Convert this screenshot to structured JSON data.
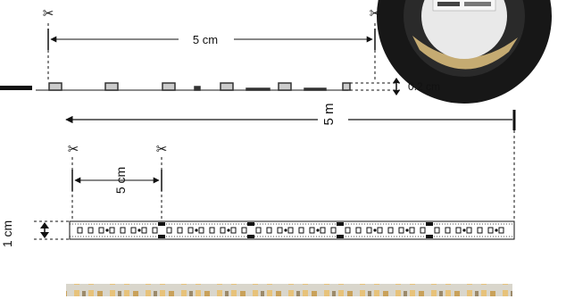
{
  "dimensions": {
    "cut_interval_top": "5 cm",
    "height": "0.2 cm",
    "total_length": "5 m",
    "cut_interval_rotated": "5 cm",
    "width": "1 cm"
  },
  "icons": {
    "cut_mark": "scissors-icon",
    "height_marker": "double-arrow-icon",
    "reel": "led-strip-reel-photo",
    "strip_photo": "led-strip-photo"
  },
  "colors": {
    "line": "#111111",
    "strip_pcb": "#d9d6cc",
    "led_warm": "#e7c27a",
    "reel_body": "#171717"
  }
}
